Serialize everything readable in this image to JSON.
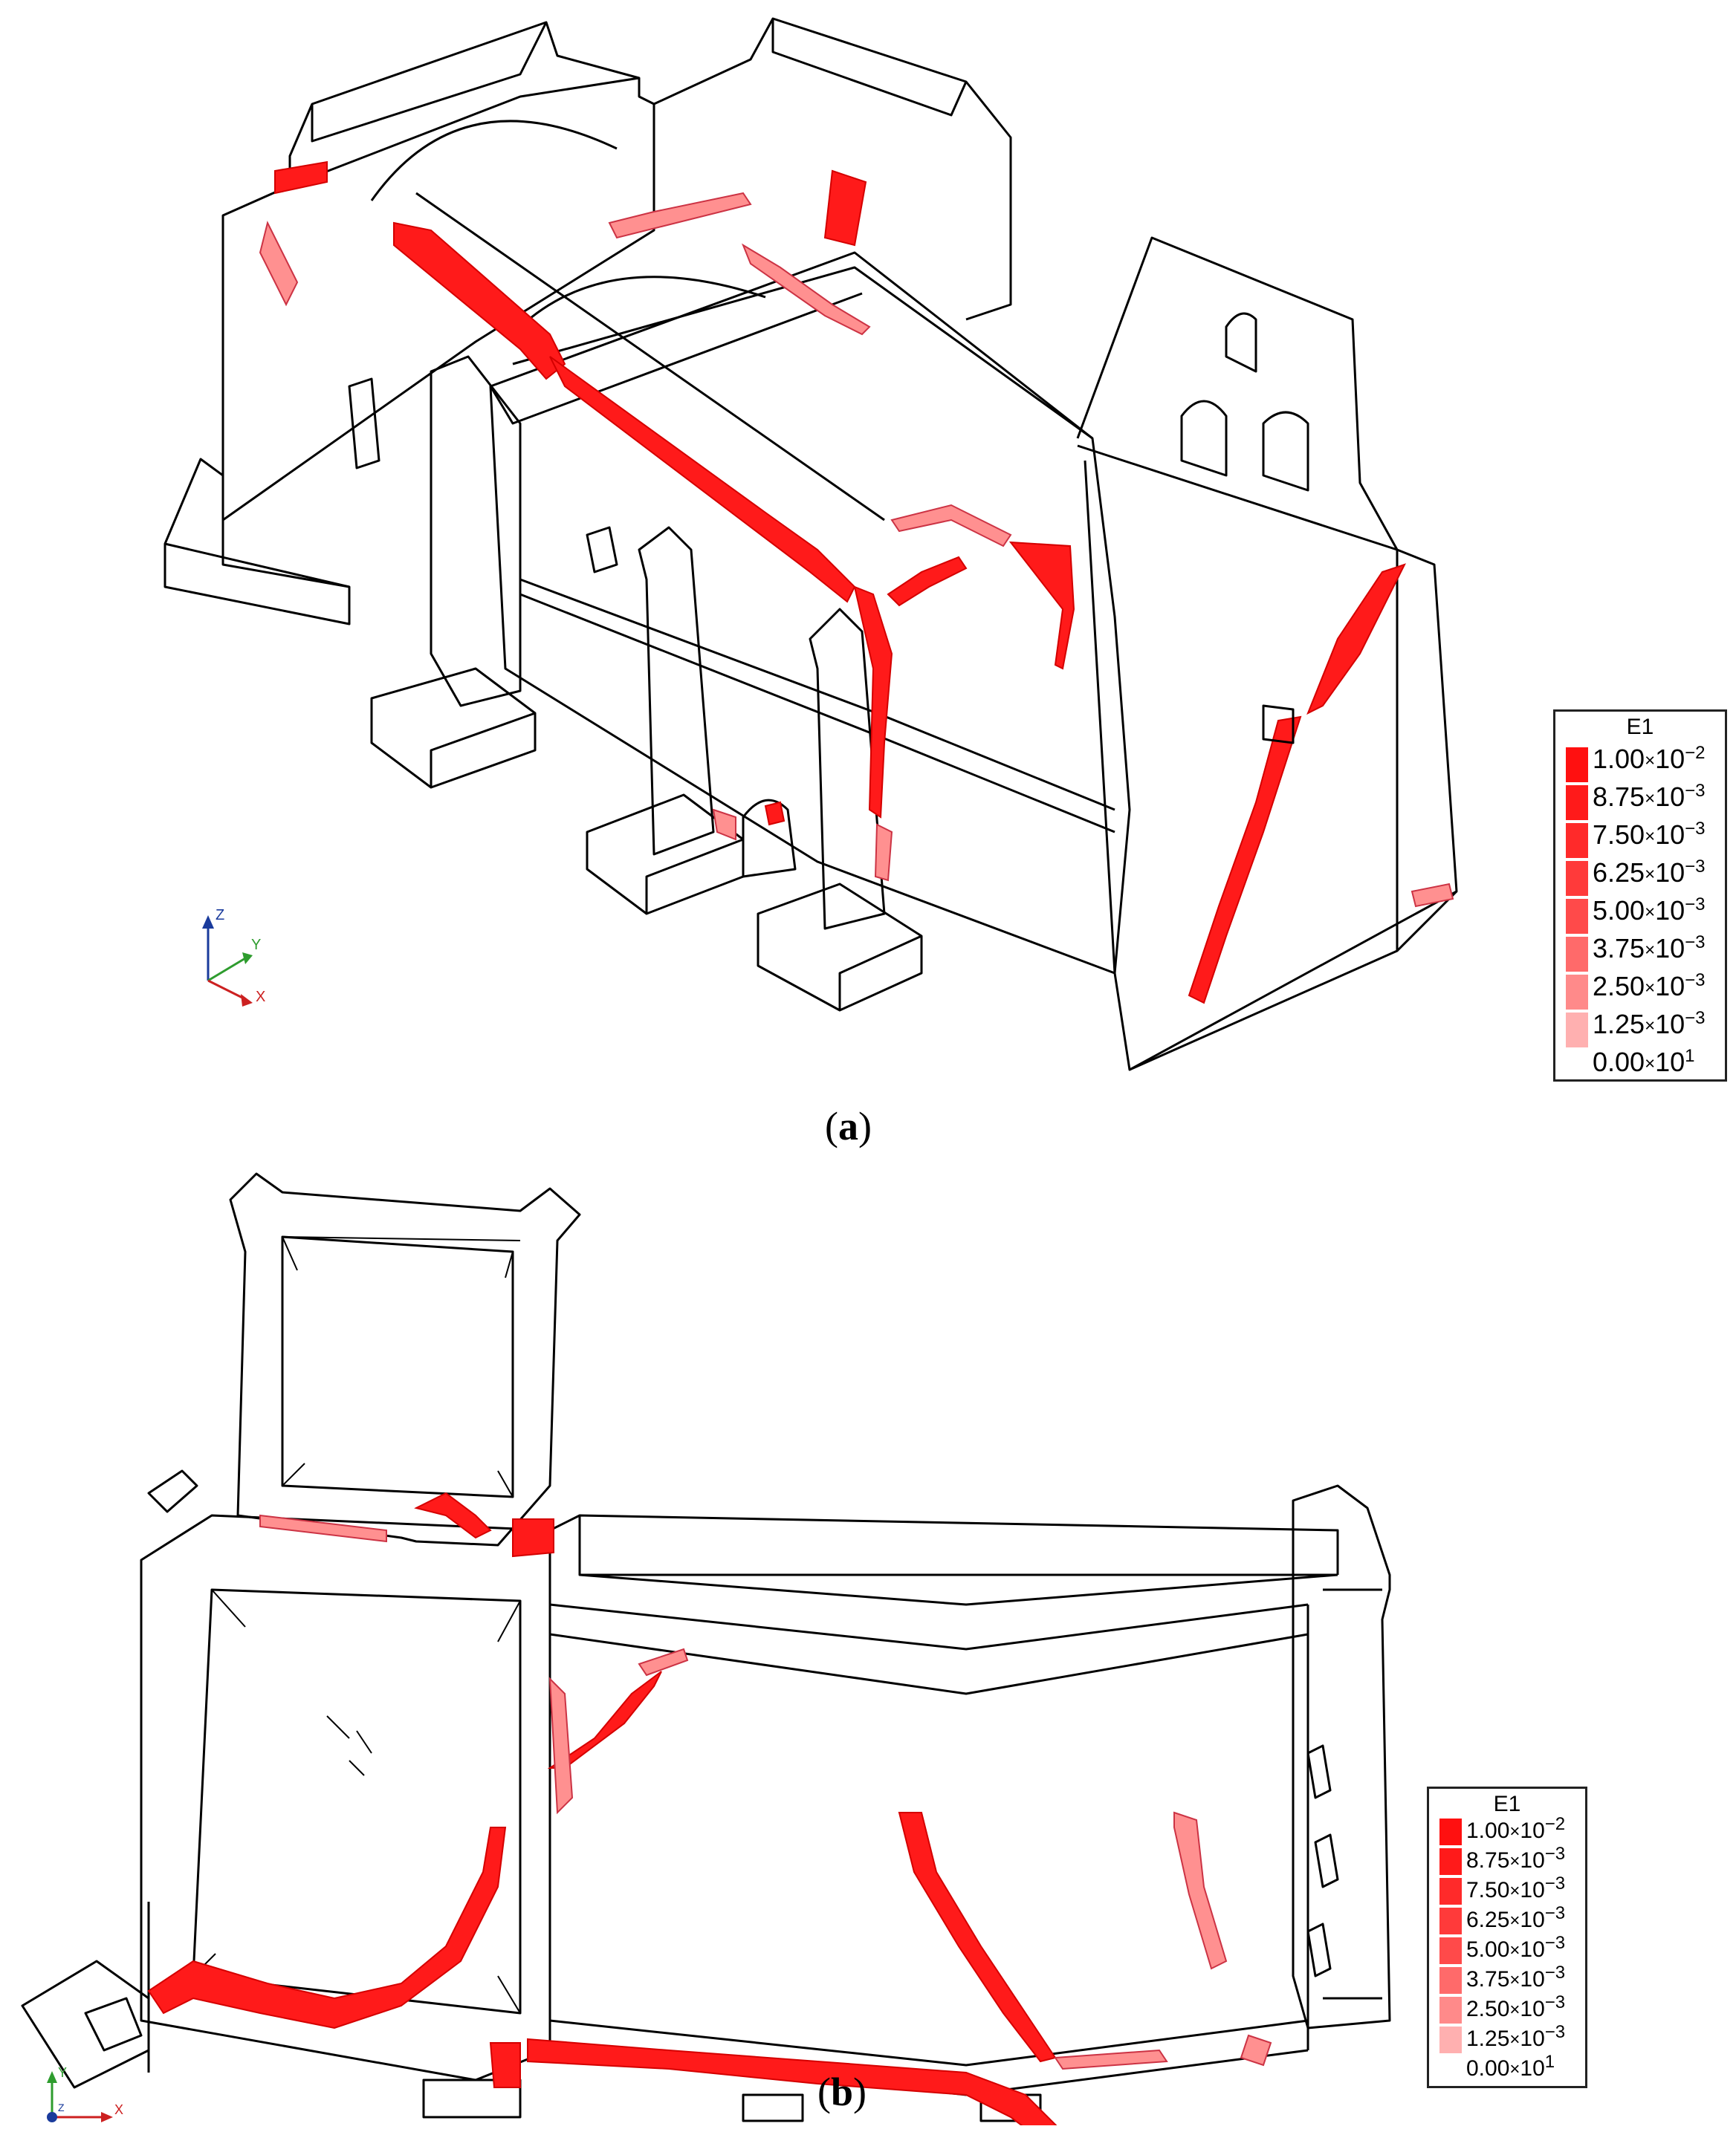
{
  "panels": [
    {
      "caption_open": "(",
      "caption_letter": "a",
      "caption_close": ")",
      "axes": {
        "x": "X",
        "y": "Y",
        "z": "Z"
      },
      "legend": {
        "title": "E1",
        "entries": [
          {
            "mantissa": "1.00",
            "exponent": "−2",
            "color": "#ff1010"
          },
          {
            "mantissa": "8.75",
            "exponent": "−3",
            "color": "#ff1a1a"
          },
          {
            "mantissa": "7.50",
            "exponent": "−3",
            "color": "#ff2a2a"
          },
          {
            "mantissa": "6.25",
            "exponent": "−3",
            "color": "#ff3a3a"
          },
          {
            "mantissa": "5.00",
            "exponent": "−3",
            "color": "#ff4a4a"
          },
          {
            "mantissa": "3.75",
            "exponent": "−3",
            "color": "#ff6a6a"
          },
          {
            "mantissa": "2.50",
            "exponent": "−3",
            "color": "#ff8a8a"
          },
          {
            "mantissa": "1.25",
            "exponent": "−3",
            "color": "#ffb0b0"
          },
          {
            "mantissa": "0.00",
            "exponent": "1",
            "color": "#ffffff"
          }
        ]
      }
    },
    {
      "caption_open": "(",
      "caption_letter": "b",
      "caption_close": ")",
      "axes": {
        "x": "X",
        "y": "Y",
        "z": "Z"
      },
      "legend": {
        "title": "E1",
        "entries": [
          {
            "mantissa": "1.00",
            "exponent": "−2",
            "color": "#ff1010"
          },
          {
            "mantissa": "8.75",
            "exponent": "−3",
            "color": "#ff1a1a"
          },
          {
            "mantissa": "7.50",
            "exponent": "−3",
            "color": "#ff2a2a"
          },
          {
            "mantissa": "6.25",
            "exponent": "−3",
            "color": "#ff3a3a"
          },
          {
            "mantissa": "5.00",
            "exponent": "−3",
            "color": "#ff4a4a"
          },
          {
            "mantissa": "3.75",
            "exponent": "−3",
            "color": "#ff6a6a"
          },
          {
            "mantissa": "2.50",
            "exponent": "−3",
            "color": "#ff8a8a"
          },
          {
            "mantissa": "1.25",
            "exponent": "−3",
            "color": "#ffb0b0"
          },
          {
            "mantissa": "0.00",
            "exponent": "1",
            "color": "#ffffff"
          }
        ]
      }
    }
  ],
  "multiply_sign": "×",
  "base": "10",
  "colors": {
    "crack": "#ff1a1a",
    "crack_edge": "#d40000",
    "outline": "#000000"
  }
}
